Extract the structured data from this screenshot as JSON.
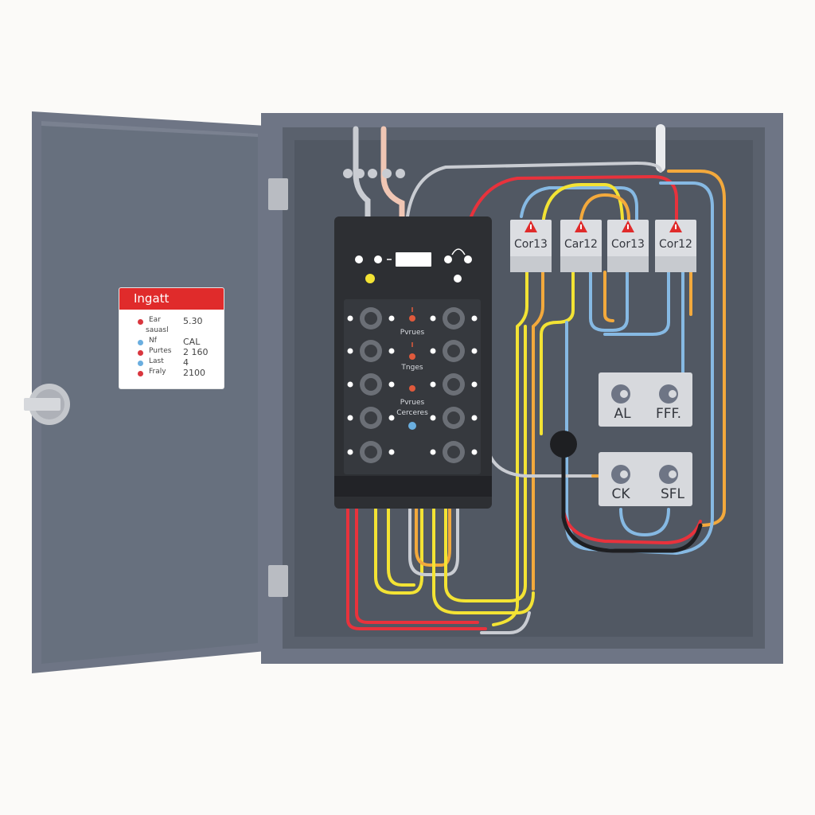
{
  "legend": {
    "title": "Ingatt",
    "rows": [
      {
        "name": "Ear",
        "value": "5.30",
        "color": "#d9363e"
      },
      {
        "name": "sauasl",
        "value": "",
        "color": "#d9363e"
      },
      {
        "name": "Nf",
        "value": "CAL",
        "color": "#6aaedf"
      },
      {
        "name": "Purtes",
        "value": "2 160",
        "color": "#d9363e"
      },
      {
        "name": "Last",
        "value": "4",
        "color": "#6aaedf"
      },
      {
        "name": "Fraly",
        "value": "2100",
        "color": "#d9363e"
      }
    ]
  },
  "breaker_panel": {
    "labels": [
      "Pvrues",
      "Tnges",
      "Pvrues",
      "Cerceres"
    ]
  },
  "contactors": [
    {
      "label": "Cor13",
      "warning_icon": "warning-triangle-icon"
    },
    {
      "label": "Car12",
      "warning_icon": "warning-triangle-icon"
    },
    {
      "label": "Cor13",
      "warning_icon": "warning-triangle-icon"
    },
    {
      "label": "Cor12",
      "warning_icon": "warning-triangle-icon"
    }
  ],
  "outlets": [
    {
      "left": "AL",
      "right": "FFF."
    },
    {
      "left": "CK",
      "right": "SFL"
    }
  ],
  "colors": {
    "enclosure": "#6e7585",
    "enclosure_inner": "#535a66",
    "door": "#6e7585",
    "breaker_body": "#2d2f33",
    "wire_red": "#e8323c",
    "wire_yellow": "#f3e334",
    "wire_blue": "#86b9e3",
    "wire_orange": "#f3a93c",
    "wire_gray": "#c9ccd2",
    "wire_black": "#1e1f22",
    "legend_header": "#e02b2b"
  }
}
